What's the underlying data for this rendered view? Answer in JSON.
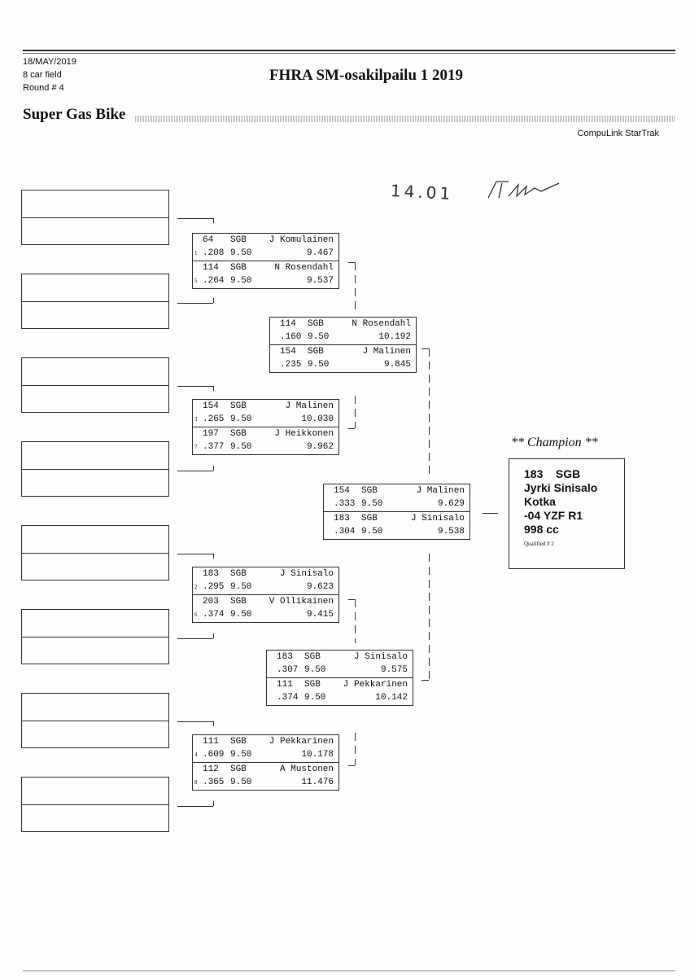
{
  "header": {
    "date": "18/MAY/2019",
    "field": "8 car field",
    "round": "Round # 4",
    "title": "FHRA SM-osakilpailu 1 2019",
    "class_name": "Super Gas Bike",
    "software": "CompuLink StarTrak"
  },
  "handwriting": {
    "date_note": "14.01",
    "signature": "initials"
  },
  "matches": [
    {
      "entries": [
        {
          "lane": "1",
          "car": "64",
          "cls": "SGB",
          "name": "J Komulainen",
          "rt": ".208",
          "dial": "9.50",
          "et": "9.467"
        },
        {
          "lane": "5",
          "car": "114",
          "cls": "SGB",
          "name": "N Rosendahl",
          "rt": ".264",
          "dial": "9.50",
          "et": "9.537"
        }
      ]
    },
    {
      "entries": [
        {
          "lane": "3",
          "car": "154",
          "cls": "SGB",
          "name": "J Malinen",
          "rt": ".265",
          "dial": "9.50",
          "et": "10.030"
        },
        {
          "lane": "7",
          "car": "197",
          "cls": "SGB",
          "name": "J Heikkonen",
          "rt": ".377",
          "dial": "9.50",
          "et": "9.962"
        }
      ]
    },
    {
      "entries": [
        {
          "lane": "2",
          "car": "183",
          "cls": "SGB",
          "name": "J Sinisalo",
          "rt": ".295",
          "dial": "9.50",
          "et": "9.623"
        },
        {
          "lane": "6",
          "car": "203",
          "cls": "SGB",
          "name": "V Ollikainen",
          "rt": ".374",
          "dial": "9.50",
          "et": "9.415"
        }
      ]
    },
    {
      "entries": [
        {
          "lane": "4",
          "car": "111",
          "cls": "SGB",
          "name": "J Pekkarinen",
          "rt": ".609",
          "dial": "9.50",
          "et": "10.178"
        },
        {
          "lane": "8",
          "car": "112",
          "cls": "SGB",
          "name": "A Mustonen",
          "rt": ".365",
          "dial": "9.50",
          "et": "11.476"
        }
      ]
    },
    {
      "entries": [
        {
          "lane": "",
          "car": "114",
          "cls": "SGB",
          "name": "N Rosendahl",
          "rt": ".160",
          "dial": "9.50",
          "et": "10.192"
        },
        {
          "lane": "",
          "car": "154",
          "cls": "SGB",
          "name": "J Malinen",
          "rt": ".235",
          "dial": "9.50",
          "et": "9.845"
        }
      ]
    },
    {
      "entries": [
        {
          "lane": "",
          "car": "183",
          "cls": "SGB",
          "name": "J Sinisalo",
          "rt": ".307",
          "dial": "9.50",
          "et": "9.575"
        },
        {
          "lane": "",
          "car": "111",
          "cls": "SGB",
          "name": "J Pekkarinen",
          "rt": ".374",
          "dial": "9.50",
          "et": "10.142"
        }
      ]
    },
    {
      "entries": [
        {
          "lane": "",
          "car": "154",
          "cls": "SGB",
          "name": "J Malinen",
          "rt": ".333",
          "dial": "9.50",
          "et": "9.629"
        },
        {
          "lane": "",
          "car": "183",
          "cls": "SGB",
          "name": "J Sinisalo",
          "rt": ".304",
          "dial": "9.50",
          "et": "9.538"
        }
      ]
    }
  ],
  "champion": {
    "heading": "** Champion **",
    "car_class": "183    SGB",
    "driver": "Jyrki Sinisalo",
    "city": "Kotka",
    "vehicle": "-04 YZF R1",
    "engine": "998 cc",
    "qualified": "Qualified # 2"
  }
}
